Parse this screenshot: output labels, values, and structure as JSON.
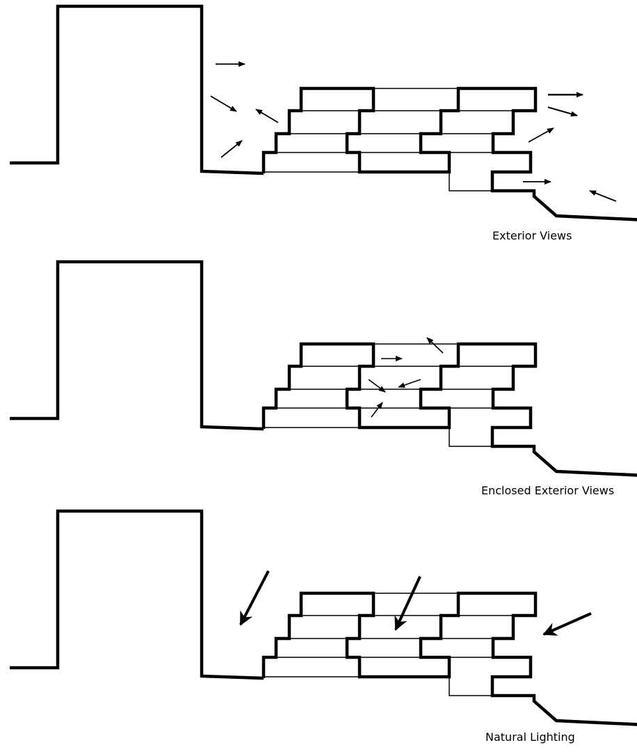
{
  "panels": [
    {
      "label": "Exterior Views"
    },
    {
      "label": "Enclosed Exterior Views"
    },
    {
      "label": "Natural Lighting"
    }
  ],
  "colors": {
    "ink": "#000000",
    "background": "#ffffff"
  }
}
